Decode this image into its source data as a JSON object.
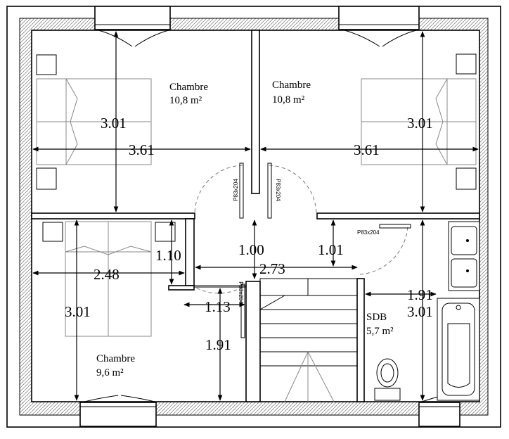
{
  "rooms": {
    "bedroom_top_left": {
      "name": "Chambre",
      "area": "10,8 m²"
    },
    "bedroom_top_right": {
      "name": "Chambre",
      "area": "10,8 m²"
    },
    "bedroom_bottom_left": {
      "name": "Chambre",
      "area": "9,6 m²"
    },
    "bathroom": {
      "name": "SDB",
      "area": "5,7 m²"
    }
  },
  "dimensions": {
    "tl_height": "3.01",
    "tl_width": "3.61",
    "tr_height": "3.01",
    "tr_width": "3.61",
    "bl_width": "2.48",
    "bl_height": "3.01",
    "closet_height": "1.10",
    "closet_width": "1.13",
    "hall_left": "1.00",
    "hall_width": "2.73",
    "hall_right": "1.01",
    "hall_depth": "1.91",
    "bath_width": "1.91",
    "bath_height": "3.01"
  },
  "doors": {
    "door_tl": "P83x204",
    "door_tr": "P83x204",
    "door_bath": "P83x204",
    "door_bl": "P83x204"
  },
  "colors": {
    "line": "#000000",
    "hatch": "#888888",
    "background": "#ffffff"
  }
}
